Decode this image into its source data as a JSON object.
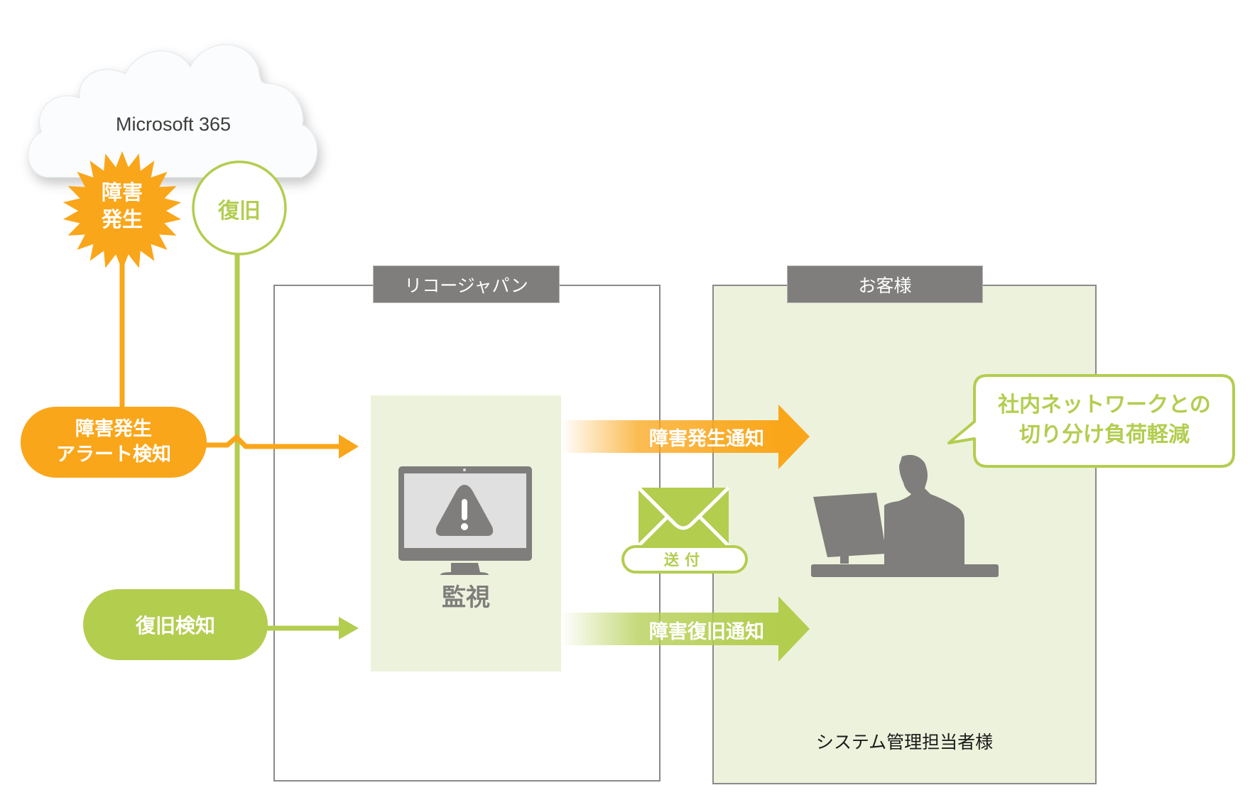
{
  "cloud": {
    "label": "Microsoft 365",
    "icon": "cloud-icon"
  },
  "events": {
    "failure": {
      "label": "障害発生",
      "icon": "starburst-icon",
      "color": "#faa61a"
    },
    "recovery": {
      "label": "復旧",
      "icon": "circle-icon",
      "color": "#b3cd4f"
    }
  },
  "detections": {
    "alert": {
      "label_line1": "障害発生",
      "label_line2": "アラート検知"
    },
    "recovery": {
      "label": "復旧検知"
    }
  },
  "ricoh": {
    "tab_label": "リコージャパン",
    "monitor": {
      "label": "監視",
      "icon": "monitor-warning-icon"
    }
  },
  "notifications": {
    "failure": {
      "label": "障害発生通知"
    },
    "recovery": {
      "label": "障害復旧通知"
    },
    "mail": {
      "label": "送付",
      "icon": "envelope-icon"
    }
  },
  "customer": {
    "tab_label": "お客様",
    "speech_bubble": {
      "line1": "社内ネットワークとの",
      "line2": "切り分け負荷軽減"
    },
    "person": {
      "label": "システム管理担当者様",
      "icon": "person-at-computer-icon"
    }
  },
  "colors": {
    "orange": "#faa61a",
    "green": "#b3cd4f",
    "gray": "#7f7e7c",
    "panel_bg": "#edf2dc"
  }
}
